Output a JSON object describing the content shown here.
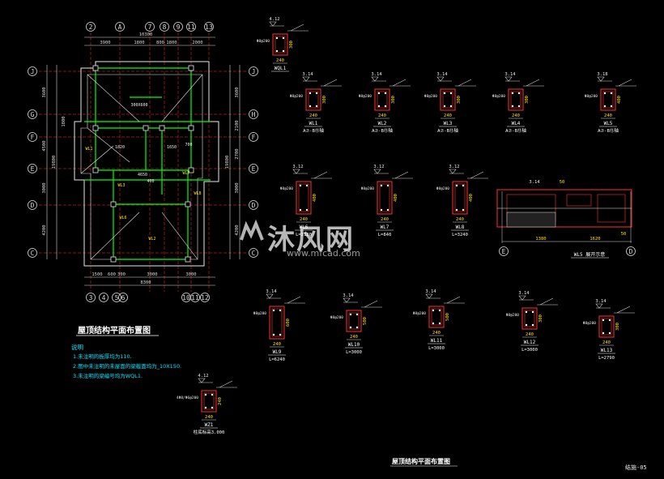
{
  "drawing": {
    "plan_title": "屋顶结构平面布置图",
    "bottom_title": "屋顶结构平面布置图",
    "sheet_no": "结施-05"
  },
  "notes": {
    "heading": "说明",
    "items": [
      "1.未注明的板厚均为110.",
      "2.图中未注明的未屋面的梁截面均为_10X150.",
      "3.未注明的梁编号均为WQL1."
    ]
  },
  "grid": {
    "top_axes": [
      "2",
      "A",
      "7",
      "8",
      "9",
      "11",
      "13"
    ],
    "bottom_axes": [
      "3",
      "4",
      "5",
      "6",
      "10",
      "11",
      "12"
    ],
    "row_axes": [
      "J",
      "G",
      "F",
      "E",
      "D",
      "C"
    ],
    "right_row_axes": [
      "J",
      "H",
      "F",
      "E",
      "D",
      "C"
    ],
    "top_dims": [
      "10300",
      "3900",
      "1800",
      "800",
      "1800",
      "2000"
    ],
    "bottom_dims": [
      "1500",
      "600",
      "300",
      "3000",
      "3000",
      "8300"
    ],
    "left_dims": [
      "3600",
      "4500",
      "1800",
      "19800",
      "3000",
      "4200"
    ],
    "right_dims": [
      "3600",
      "2100",
      "2700",
      "19800",
      "3000",
      "4200"
    ]
  },
  "plan_labels": [
    "300X600",
    "1820",
    "1650",
    "700",
    "4650",
    "400",
    "WL7",
    "WL1",
    "WL3",
    "WL6",
    "WL8",
    "WL2"
  ],
  "sections": [
    {
      "name": "WQL1",
      "len": "",
      "mark": "4.12",
      "w": "240",
      "h": "300",
      "rebar": "Φ8@200"
    },
    {
      "name": "WL1",
      "len": "A⑦-B⑬轴",
      "mark": "3.14",
      "w": "240",
      "h": "300",
      "rebar": "Φ8@200"
    },
    {
      "name": "WL2",
      "len": "A⑦-B⑬轴",
      "mark": "3.14",
      "w": "240",
      "h": "300",
      "rebar": "Φ8@200"
    },
    {
      "name": "WL3",
      "len": "A⑦-B⑬轴",
      "mark": "3.14",
      "w": "240",
      "h": "300",
      "rebar": "Φ8@200"
    },
    {
      "name": "WL4",
      "len": "A⑦-B⑬轴",
      "mark": "3.14",
      "w": "240",
      "h": "300",
      "rebar": "Φ8@200"
    },
    {
      "name": "WL5",
      "len": "A⑦-B⑬轴",
      "mark": "3.18",
      "w": "240",
      "h": "400",
      "rebar": "Φ8@200"
    },
    {
      "name": "WL6",
      "len": "L=3120",
      "mark": "3.12",
      "w": "240",
      "h": "400",
      "rebar": "Φ8@200"
    },
    {
      "name": "WL7",
      "len": "L=840",
      "mark": "3.12",
      "w": "240",
      "h": "400",
      "rebar": "Φ8@200"
    },
    {
      "name": "WL8",
      "len": "L=3240",
      "mark": "3.12",
      "w": "240",
      "h": "400",
      "rebar": "Φ8@200"
    },
    {
      "name": "WL9",
      "len": "L=6240",
      "mark": "3.14",
      "w": "240",
      "h": "600",
      "rebar": "Φ8@200"
    },
    {
      "name": "WL10",
      "len": "L=3000",
      "mark": "3.14",
      "w": "240",
      "h": "500",
      "rebar": "Φ8@200"
    },
    {
      "name": "WL11",
      "len": "L=3000",
      "mark": "3.14",
      "w": "240",
      "h": "500",
      "rebar": "Φ8@200"
    },
    {
      "name": "WL12",
      "len": "L=3000",
      "mark": "3.14",
      "w": "240",
      "h": "300",
      "rebar": "Φ8@200"
    },
    {
      "name": "WL13",
      "len": "L=2790",
      "mark": "3.14",
      "w": "240",
      "h": "300",
      "rebar": "Φ8@200"
    },
    {
      "name": "WZ1",
      "len": "柱底标高3.000",
      "mark": "4.12",
      "w": "240",
      "h": "240",
      "rebar": "4Φ8/Φ6@200"
    }
  ],
  "elevation": {
    "name": "WL5 展开示意",
    "left_axis": "E",
    "right_axis": "D",
    "dims": [
      "1380",
      "1620"
    ],
    "marks": [
      "3.14",
      "50",
      "50"
    ]
  },
  "watermark": {
    "brand": "沐风网",
    "url": "www.mfcad.com"
  },
  "colors": {
    "background": "#000000",
    "line": "#e8e8e8",
    "beam": "#00ff00",
    "axis": "#ff3030",
    "text_cyan": "#00e5ff",
    "highlight": "#ffe000"
  }
}
